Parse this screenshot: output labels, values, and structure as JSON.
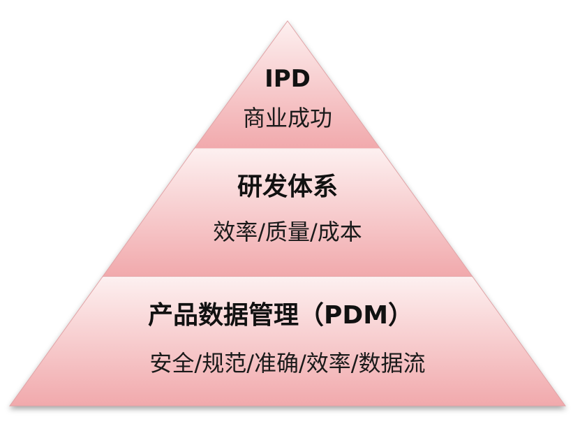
{
  "pyramid": {
    "levels": [
      {
        "title": "IPD",
        "subtitle": "商业成功"
      },
      {
        "title": "研发体系",
        "subtitle": "效率/质量/成本"
      },
      {
        "title": "产品数据管理（PDM）",
        "subtitle": "安全/规范/准确/效率/数据流"
      }
    ],
    "colors": {
      "fill_light": "#fdeaea",
      "fill_dark": "#f1a9ac",
      "edge": "#d98f93"
    }
  }
}
